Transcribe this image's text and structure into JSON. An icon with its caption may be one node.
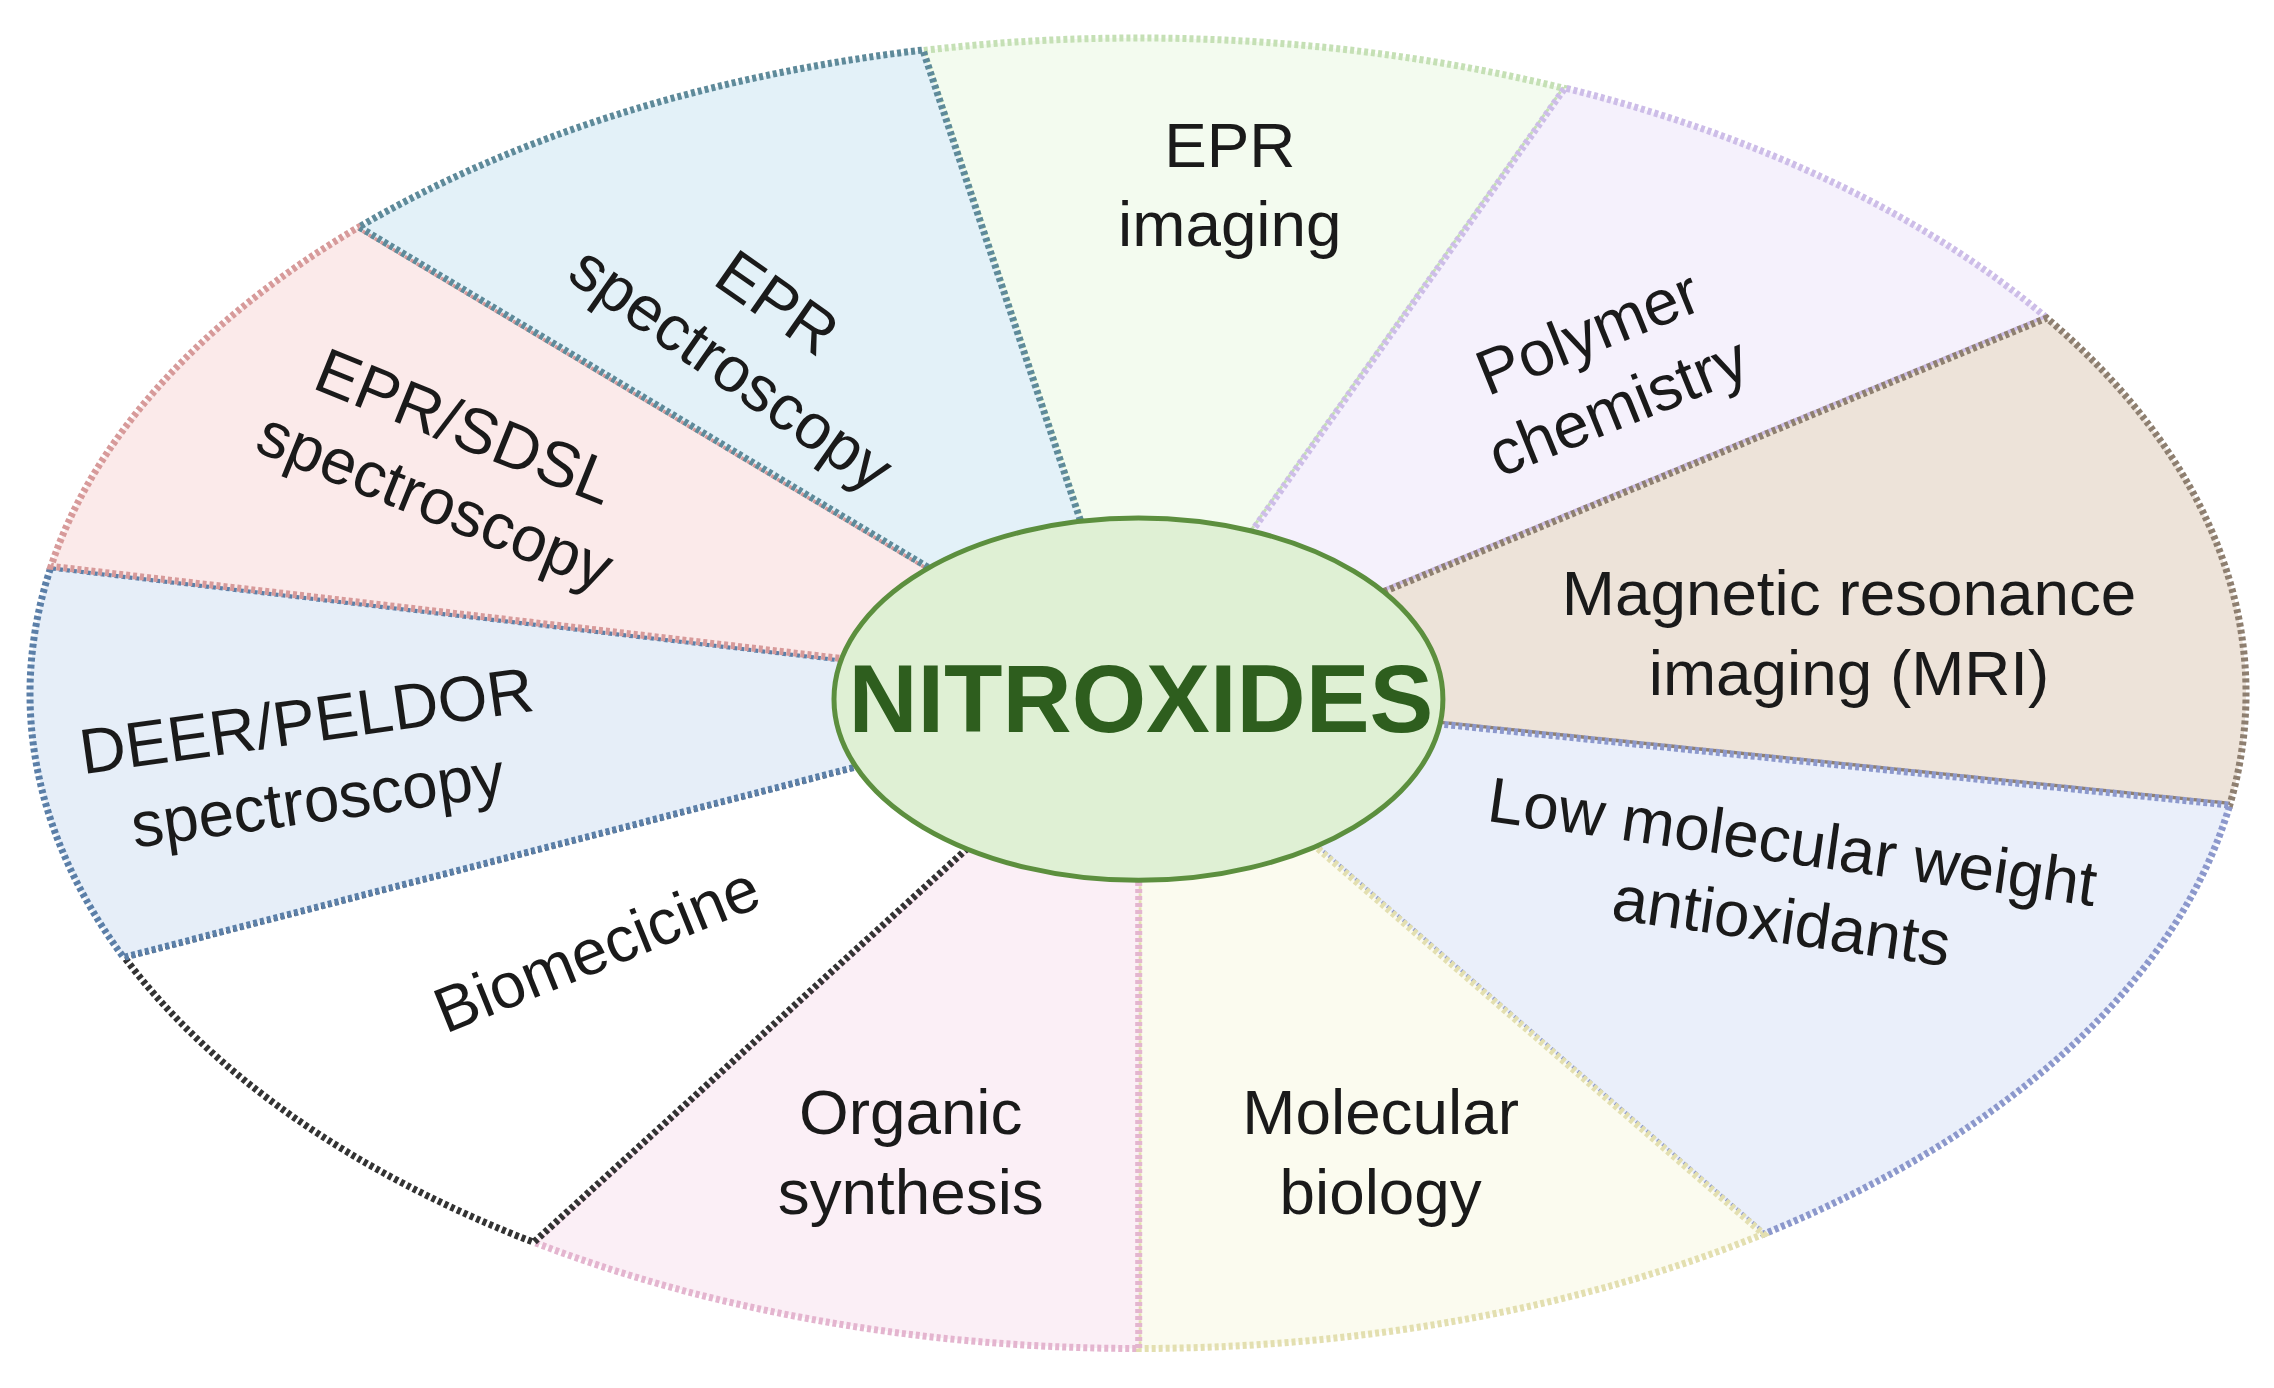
{
  "diagram": {
    "nodes": [
      {
        "text": [
          "NITROXIDES"
        ]
      },
      {
        "text": [
          "EPR imaging"
        ]
      },
      {
        "text": [
          "Polymer chemistry"
        ]
      },
      {
        "text": [
          "Magnetic resonance imaging (MRI)"
        ]
      },
      {
        "text": [
          "Low molecular weight antioxidants"
        ]
      },
      {
        "text": [
          "Molecular biology"
        ]
      },
      {
        "text": [
          "Organic synthesis"
        ]
      },
      {
        "text": [
          "Biomecicine"
        ]
      },
      {
        "text": [
          "DEER/PELDOR spectroscopy"
        ]
      },
      {
        "text": [
          "EPR/SDSL spectroscopy"
        ]
      },
      {
        "text": [
          "EPR spectroscopy"
        ]
      }
    ]
  }
}
